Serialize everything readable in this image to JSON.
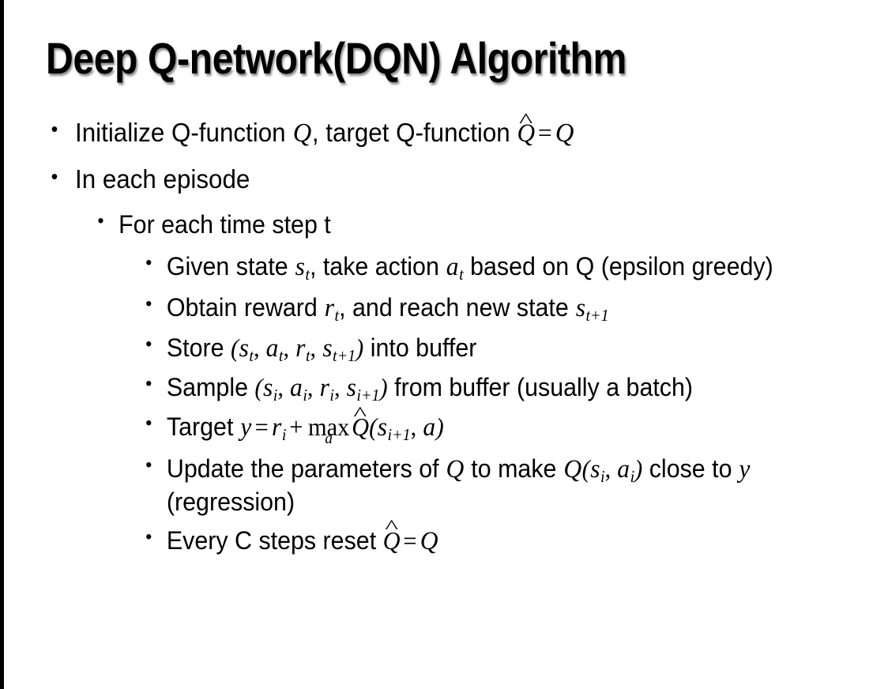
{
  "slide": {
    "title": "Deep Q-network(DQN) Algorithm",
    "background_color": "#ffffff",
    "text_color": "#000000",
    "edge_bar_color": "#000000",
    "bullet_glyph": "•"
  },
  "content": {
    "item1": {
      "level": 1,
      "prefix": "Initialize Q-function ",
      "math_q": "Q",
      "mid": ", target Q-function ",
      "math_qhat": "Q",
      "hat": "̂",
      "equals": "=",
      "math_q2": "Q",
      "plain": "Initialize Q-function Q, target Q-function Q̂ = Q"
    },
    "item2": {
      "level": 1,
      "text": "In each episode"
    },
    "item3": {
      "level": 2,
      "text": "For each time step t"
    },
    "item4": {
      "level": 3,
      "seg1": "Given state ",
      "var_s": "s",
      "sub_t": "t",
      "seg2": ", take action ",
      "var_a": "a",
      "sub_t2": "t",
      "seg3": " based on Q (epsilon greedy)",
      "plain": "Given state sₜ, take action aₜ based on Q (epsilon greedy)"
    },
    "item5": {
      "level": 3,
      "seg1": "Obtain reward ",
      "var_r": "r",
      "sub_t": "t",
      "seg2": ", and reach new state ",
      "var_s": "s",
      "sub_t1": "t+1",
      "plain": "Obtain reward rₜ, and reach new state sₜ₊₁"
    },
    "item6": {
      "level": 3,
      "seg1": "Store ",
      "open": "(",
      "v1": "s",
      "s1": "t",
      "sep1": ", ",
      "v2": "a",
      "s2": "t",
      "sep2": ", ",
      "v3": "r",
      "s3": "t",
      "sep3": ", ",
      "v4": "s",
      "s4": "t+1",
      "close": ")",
      "seg2": " into buffer",
      "plain": "Store (sₜ, aₜ, rₜ, sₜ₊₁) into buffer"
    },
    "item7": {
      "level": 3,
      "seg1": "Sample ",
      "open": "(",
      "v1": "s",
      "s1": "i",
      "sep1": ", ",
      "v2": "a",
      "s2": "i",
      "sep2": ", ",
      "v3": "r",
      "s3": "i",
      "sep3": ", ",
      "v4": "s",
      "s4": "i+1",
      "close": ")",
      "seg2": " from buffer (usually a batch)",
      "plain": "Sample (sᵢ, aᵢ, rᵢ, sᵢ₊₁) from buffer (usually a batch)"
    },
    "item8": {
      "level": 3,
      "seg1": "Target ",
      "var_y": "y",
      "eq": "=",
      "var_r": "r",
      "sub_i": "i",
      "plus": "+",
      "op": "max",
      "op_limit": "a",
      "qhat": "Q",
      "hat": "̂",
      "open": "(",
      "var_s": "s",
      "sub_i1": "i+1",
      "comma": ", ",
      "var_a": "a",
      "close": ")",
      "plain": "Target y = rᵢ + maxₐ Q̂(sᵢ₊₁, a)"
    },
    "item9": {
      "level": 3,
      "seg1": "Update the parameters of ",
      "q1": "Q",
      "seg2": " to make ",
      "q2": "Q",
      "open": "(",
      "v1": "s",
      "s1": "i",
      "sep": ", ",
      "v2": "a",
      "s2": "i",
      "close": ")",
      "seg3": " close to ",
      "var_y": "y",
      "seg4": " (regression)",
      "plain": "Update the parameters of Q to make Q(sᵢ, aᵢ) close to y (regression)"
    },
    "item10": {
      "level": 3,
      "seg1": "Every C steps reset ",
      "qhat": "Q",
      "hat": "̂",
      "eq": "=",
      "q": "Q",
      "plain": "Every C steps reset Q̂ = Q"
    }
  }
}
